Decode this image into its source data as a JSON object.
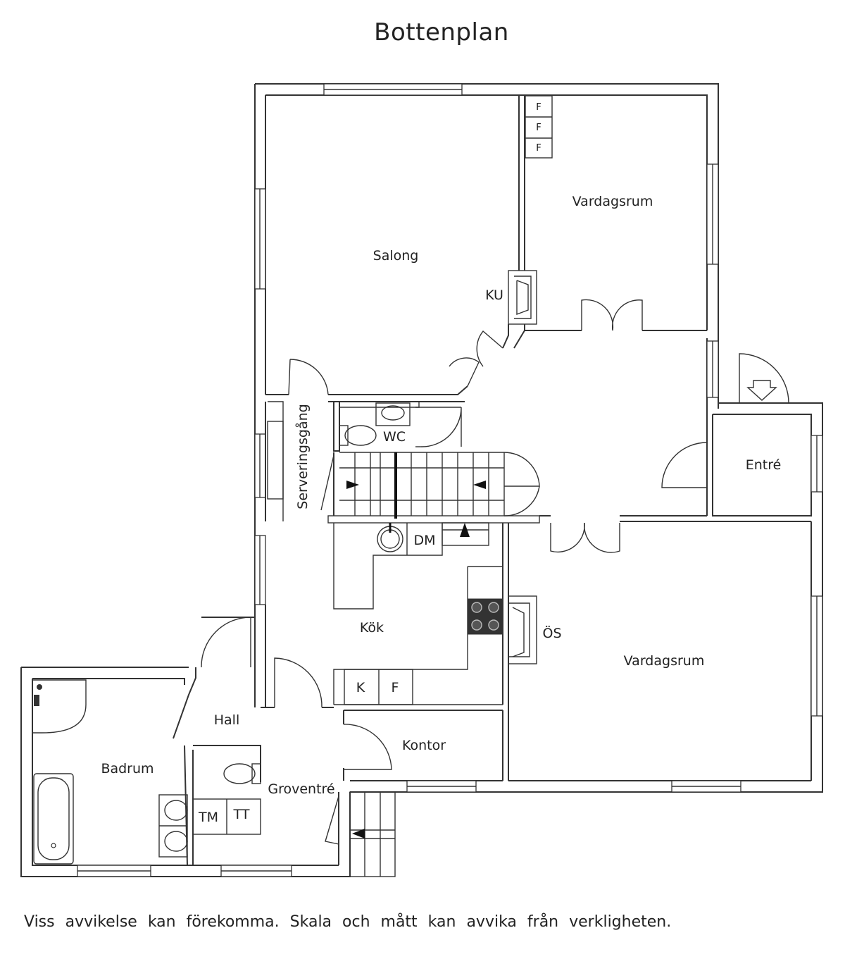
{
  "title": "Bottenplan",
  "disclaimer": "Viss avvikelse kan förekomma. Skala och mått kan avvika från verkligheten.",
  "rooms": {
    "salong": "Salong",
    "vardagsrum_top": "Vardagsrum",
    "vardagsrum_bottom": "Vardagsrum",
    "ku": "KU",
    "entre": "Entré",
    "serveringsgang": "Serveringsgång",
    "wc": "WC",
    "dm": "DM",
    "kok": "Kök",
    "os": "ÖS",
    "k": "K",
    "f": "F",
    "hall": "Hall",
    "badrum": "Badrum",
    "kontor": "Kontor",
    "groventre": "Groventré",
    "tm": "TM",
    "tt": "TT"
  },
  "wardrobes": [
    "F",
    "F",
    "F"
  ]
}
